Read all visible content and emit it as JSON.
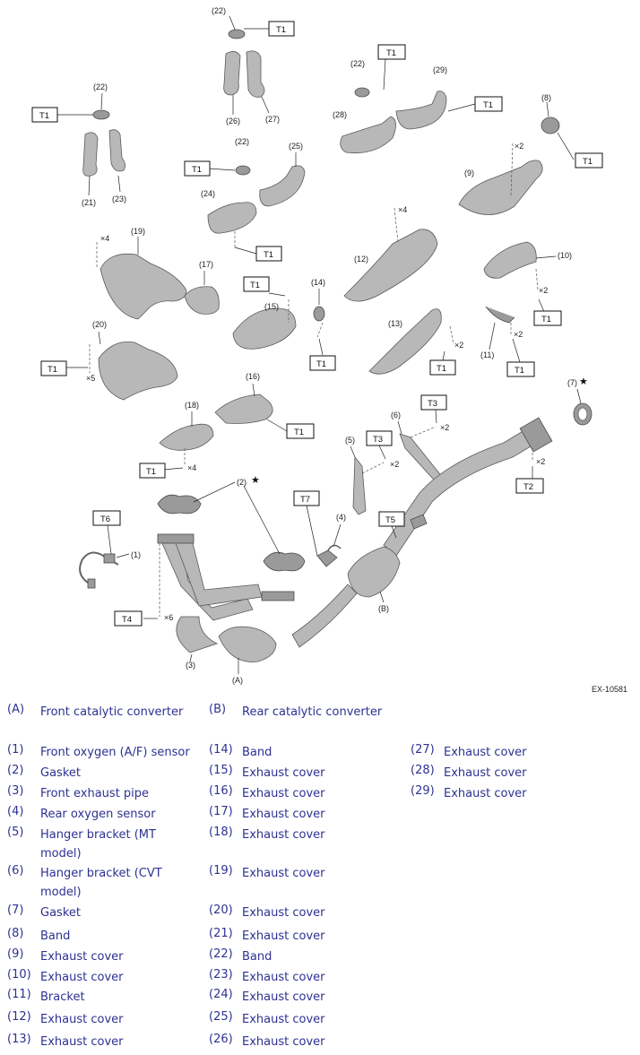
{
  "figure_id": "EX-10581",
  "torque_labels": {
    "t1": "T1",
    "t2": "T2",
    "t3": "T3",
    "t4": "T4",
    "t5": "T5",
    "t6": "T6",
    "t7": "T7"
  },
  "multipliers": {
    "x2": "×2",
    "x4": "×4",
    "x5": "×5",
    "x6": "×6"
  },
  "callouts": {
    "A": "(A)",
    "B": "(B)",
    "n1": "(1)",
    "n2": "(2)",
    "n3": "(3)",
    "n4": "(4)",
    "n5": "(5)",
    "n6": "(6)",
    "n7": "(7)",
    "n8": "(8)",
    "n9": "(9)",
    "n10": "(10)",
    "n11": "(11)",
    "n12": "(12)",
    "n13": "(13)",
    "n14": "(14)",
    "n15": "(15)",
    "n16": "(16)",
    "n17": "(17)",
    "n18": "(18)",
    "n19": "(19)",
    "n20": "(20)",
    "n21": "(21)",
    "n22": "(22)",
    "n23": "(23)",
    "n24": "(24)",
    "n25": "(25)",
    "n26": "(26)",
    "n27": "(27)",
    "n28": "(28)",
    "n29": "(29)"
  },
  "star": "★",
  "legend": {
    "col1": [
      {
        "num": "(A)",
        "text": "Front catalytic converter"
      },
      {
        "num": "(1)",
        "text": "Front oxygen (A/F) sensor"
      },
      {
        "num": "(2)",
        "text": "Gasket"
      },
      {
        "num": "(3)",
        "text": "Front exhaust pipe"
      },
      {
        "num": "(4)",
        "text": "Rear oxygen sensor"
      },
      {
        "num": "(5)",
        "text": "Hanger bracket (MT model)"
      },
      {
        "num": "(6)",
        "text": "Hanger bracket (CVT model)"
      },
      {
        "num": "(7)",
        "text": "Gasket"
      },
      {
        "num": "(8)",
        "text": "Band"
      },
      {
        "num": "(9)",
        "text": "Exhaust cover"
      },
      {
        "num": "(10)",
        "text": "Exhaust cover"
      },
      {
        "num": "(11)",
        "text": "Bracket"
      },
      {
        "num": "(12)",
        "text": "Exhaust cover"
      },
      {
        "num": "(13)",
        "text": "Exhaust cover"
      }
    ],
    "col2": [
      {
        "num": "(B)",
        "text": "Rear catalytic converter"
      },
      {
        "num": "(14)",
        "text": "Band"
      },
      {
        "num": "(15)",
        "text": "Exhaust cover"
      },
      {
        "num": "(16)",
        "text": "Exhaust cover"
      },
      {
        "num": "(17)",
        "text": "Exhaust cover"
      },
      {
        "num": "(18)",
        "text": "Exhaust cover"
      },
      {
        "num": "(19)",
        "text": "Exhaust cover"
      },
      {
        "num": "(20)",
        "text": "Exhaust cover"
      },
      {
        "num": "(21)",
        "text": "Exhaust cover"
      },
      {
        "num": "(22)",
        "text": "Band"
      },
      {
        "num": "(23)",
        "text": "Exhaust cover"
      },
      {
        "num": "(24)",
        "text": "Exhaust cover"
      },
      {
        "num": "(25)",
        "text": "Exhaust cover"
      },
      {
        "num": "(26)",
        "text": "Exhaust cover"
      }
    ],
    "col3": [
      {
        "num": "(27)",
        "text": "Exhaust cover"
      },
      {
        "num": "(28)",
        "text": "Exhaust cover"
      },
      {
        "num": "(29)",
        "text": "Exhaust cover"
      }
    ]
  }
}
